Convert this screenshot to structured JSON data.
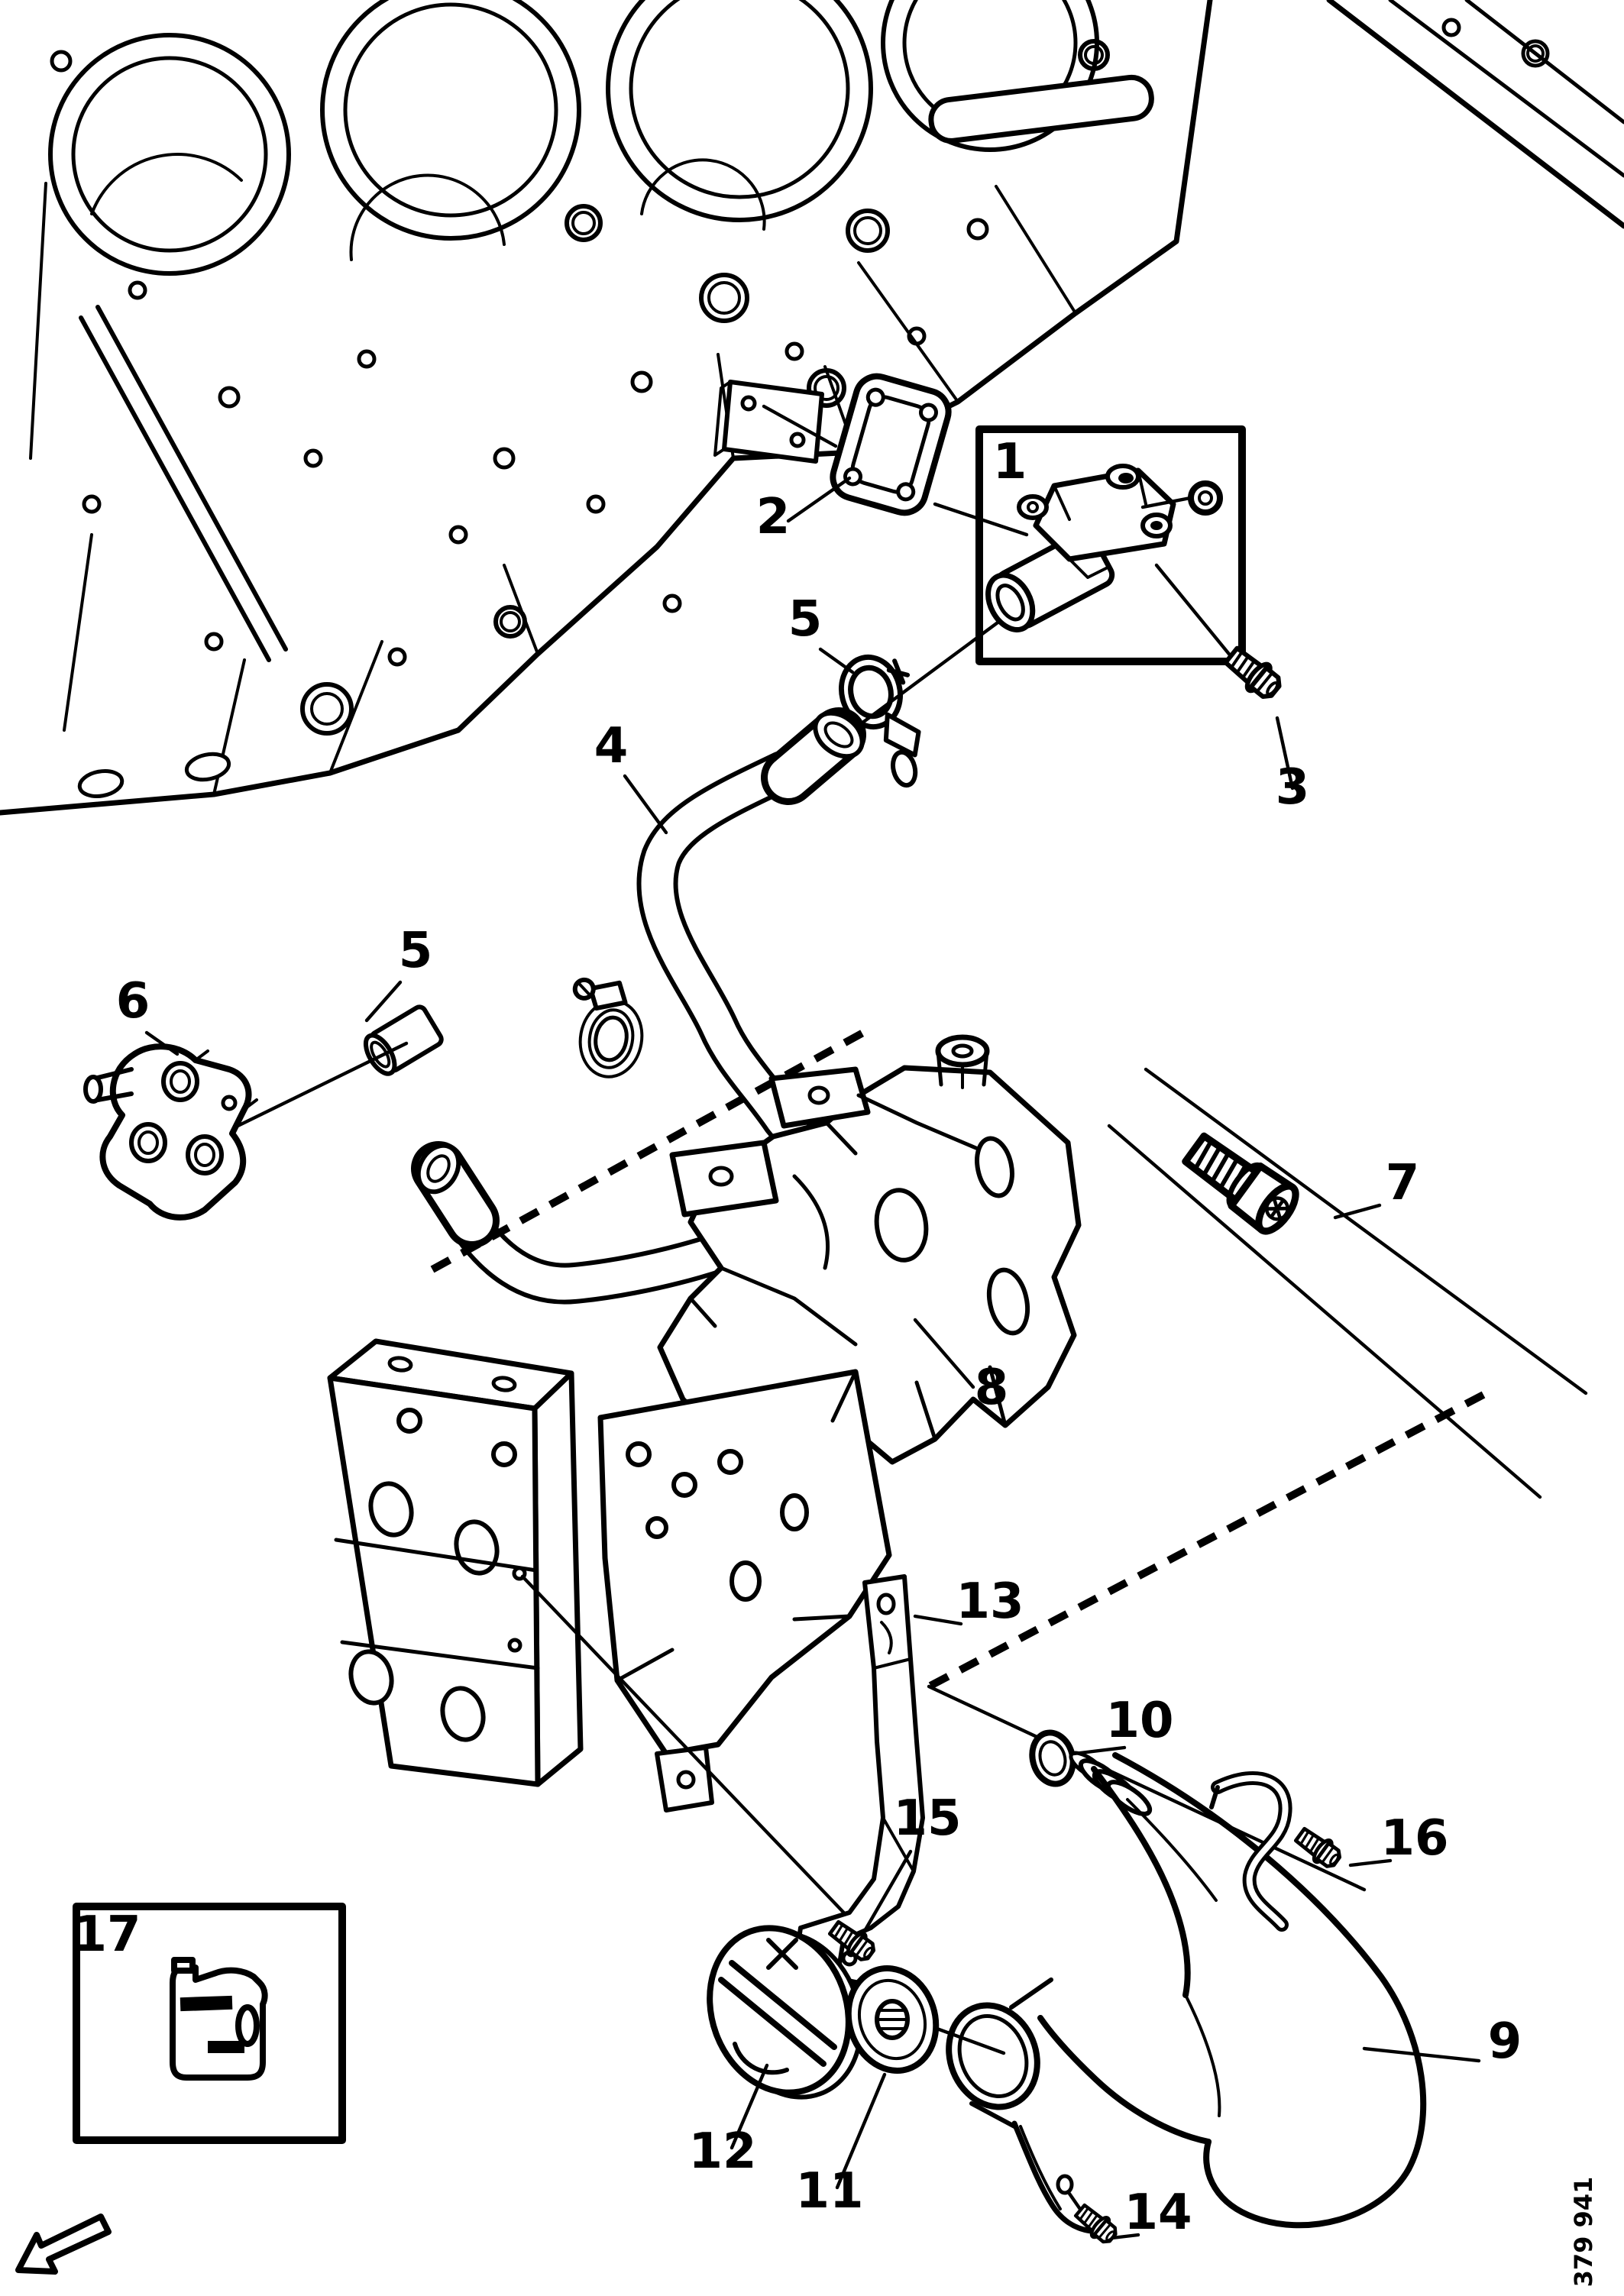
{
  "figure": {
    "kind": "exploded-parts-diagram",
    "background": "#ffffff",
    "ink": "#000000"
  },
  "callouts": [
    {
      "id": "1",
      "label": "1",
      "part": "fitting-assembly-detail-box"
    },
    {
      "id": "2",
      "label": "2",
      "part": "gasket"
    },
    {
      "id": "3",
      "label": "3",
      "part": "flange-bolt"
    },
    {
      "id": "4",
      "label": "4",
      "part": "formed-hose"
    },
    {
      "id": "5-upper",
      "label": "5",
      "part": "hose-clamp"
    },
    {
      "id": "5-lower",
      "label": "5",
      "part": "hose-clamp"
    },
    {
      "id": "6",
      "label": "6",
      "part": "connector-flange"
    },
    {
      "id": "7",
      "label": "7",
      "part": "socket-head-bolt"
    },
    {
      "id": "8",
      "label": "8",
      "part": "mounting-bracket"
    },
    {
      "id": "9",
      "label": "9",
      "part": "filler-pipe"
    },
    {
      "id": "10",
      "label": "10",
      "part": "o-ring"
    },
    {
      "id": "11",
      "label": "11",
      "part": "seal-disc"
    },
    {
      "id": "12",
      "label": "12",
      "part": "filler-cap"
    },
    {
      "id": "13",
      "label": "13",
      "part": "support-bracket"
    },
    {
      "id": "14",
      "label": "14",
      "part": "flange-bolt"
    },
    {
      "id": "15",
      "label": "15",
      "part": "flange-bolt"
    },
    {
      "id": "16",
      "label": "16",
      "part": "flange-bolt"
    },
    {
      "id": "17",
      "label": "17",
      "part": "engine-oil-container-detail-box"
    }
  ],
  "stamp": {
    "text": "379 941"
  },
  "icons": {
    "bottom_left": "down-left-arrow-icon",
    "box17": "oil-jug-icon"
  }
}
